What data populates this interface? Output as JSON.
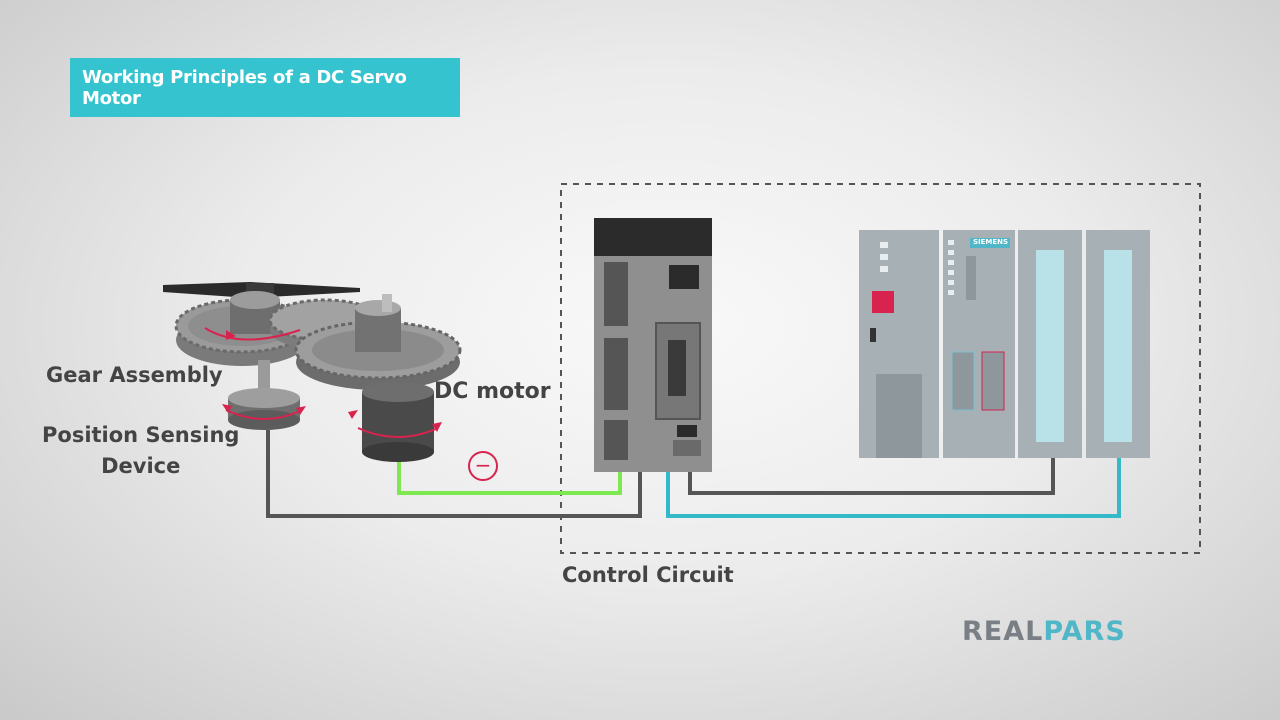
{
  "title": "Working Principles of a DC Servo Motor",
  "labels": {
    "gear_assembly": "Gear Assembly",
    "position_sensing_line1": "Position Sensing",
    "position_sensing_line2": "Device",
    "dc_motor": "DC motor",
    "control_circuit": "Control Circuit"
  },
  "polarity_symbol": "−",
  "plc_brand": "SIEMENS",
  "logo": {
    "part1": "REAL",
    "part2": "PARS"
  },
  "colors": {
    "banner": "#34c3cf",
    "motor_wire": "#7de84f",
    "sensor_wire": "#555555",
    "plc_wire_dark": "#555555",
    "plc_wire_cyan": "#34b9c9",
    "arrow_accent": "#d8234f",
    "label_text": "#444444"
  },
  "icons": [
    "gear-assembly-icon",
    "position-sensor-icon",
    "dc-motor-icon",
    "servo-drive-icon",
    "plc-rack-icon"
  ]
}
